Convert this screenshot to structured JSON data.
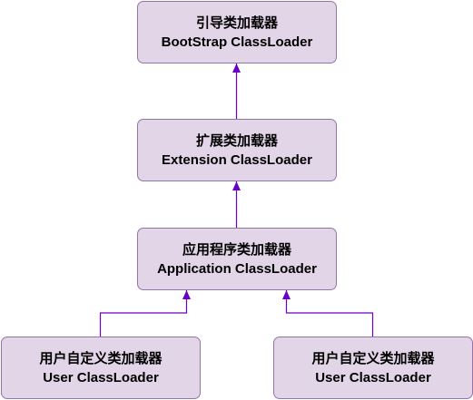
{
  "colors": {
    "node_fill": "#e1d5e7",
    "node_border": "#9673a6",
    "arrow": "#6a00c4"
  },
  "nodes": {
    "bootstrap": {
      "title": "引导类加载器",
      "subtitle": "BootStrap ClassLoader"
    },
    "extension": {
      "title": "扩展类加载器",
      "subtitle": "Extension ClassLoader"
    },
    "application": {
      "title": "应用程序类加载器",
      "subtitle": "Application ClassLoader"
    },
    "user_left": {
      "title": "用户自定义类加载器",
      "subtitle": "User ClassLoader"
    },
    "user_right": {
      "title": "用户自定义类加载器",
      "subtitle": "User ClassLoader"
    }
  }
}
